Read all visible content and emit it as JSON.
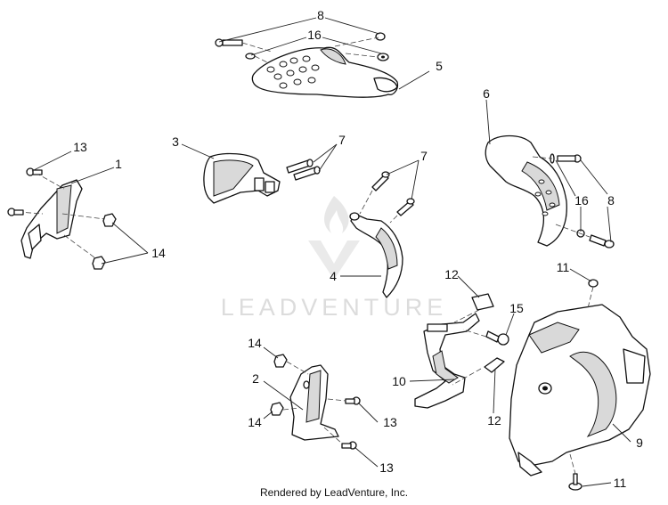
{
  "watermark": {
    "brand": "LEADVENTURE"
  },
  "footer": {
    "credit": "Rendered by LeadVenture, Inc."
  },
  "callouts": {
    "c8a": "8",
    "c16a": "16",
    "c5": "5",
    "c6": "6",
    "c3": "3",
    "c7a": "7",
    "c13a": "13",
    "c1": "1",
    "c14a": "14",
    "c7b": "7",
    "c16b": "16",
    "c8b": "8",
    "c4": "4",
    "c12a": "12",
    "c11a": "11",
    "c15": "15",
    "c14b": "14",
    "c10": "10",
    "c2": "2",
    "c12b": "12",
    "c14c": "14",
    "c13b": "13",
    "c9": "9",
    "c13c": "13",
    "c11b": "11"
  }
}
